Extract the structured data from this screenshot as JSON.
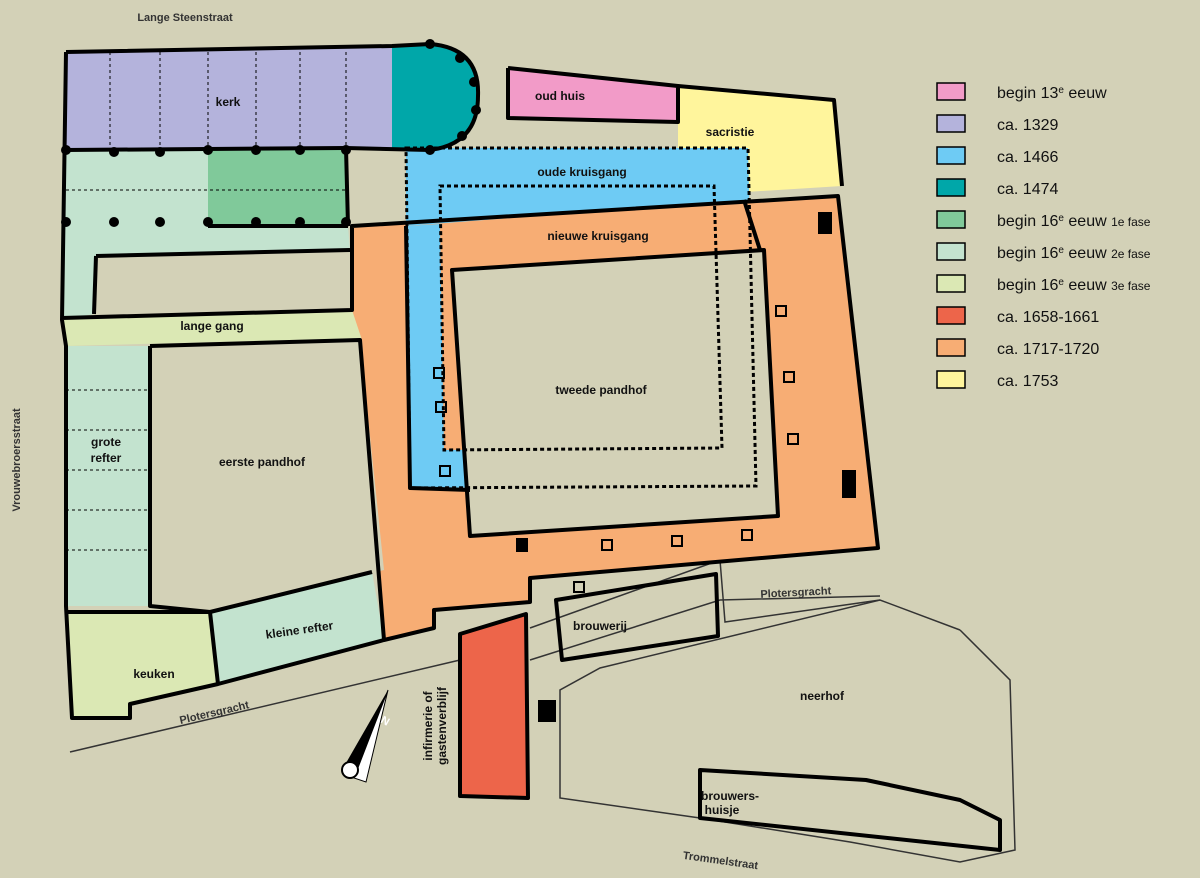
{
  "colors": {
    "background": "#d3d1b7",
    "begin_13e": "#f29bc8",
    "ca_1329": "#b4b3dc",
    "ca_1466": "#6ecbf4",
    "ca_1474": "#00a7a9",
    "begin_16e_1": "#80c99a",
    "begin_16e_2": "#c3e3cf",
    "begin_16e_3": "#dbe8b4",
    "ca_1658": "#ed654a",
    "ca_1717": "#f7ad74",
    "ca_1753": "#fff59c",
    "wall": "#000000"
  },
  "streets": {
    "lange_steenstraat": "Lange Steenstraat",
    "vrouwebroersstraat": "Vrouwebroersstraat",
    "plotersgracht_left": "Plotersgracht",
    "plotersgracht_right": "Plotersgracht",
    "trommelstraat": "Trommelstraat"
  },
  "rooms": {
    "kerk": "kerk",
    "oud_huis": "oud huis",
    "sacristie": "sacristie",
    "oude_kruisgang": "oude kruisgang",
    "nieuwe_kruisgang": "nieuwe kruisgang",
    "lange_gang": "lange gang",
    "tweede_pandhof": "tweede pandhof",
    "eerste_pandhof": "eerste pandhof",
    "grote_refter_1": "grote",
    "grote_refter_2": "refter",
    "kleine_refter": "kleine refter",
    "keuken": "keuken",
    "brouwerij": "brouwerij",
    "neerhof": "neerhof",
    "brouwershuisje_1": "brouwers-",
    "brouwershuisje_2": "huisje",
    "infirmerie_1": "infirmerie of",
    "infirmerie_2": "gastenverblijf"
  },
  "compass": {
    "label": "N"
  },
  "legend": [
    {
      "main": "begin 13",
      "sup": "e",
      "rest": " eeuw",
      "small": "",
      "color": "#f29bc8"
    },
    {
      "main": "ca. 1329",
      "sup": "",
      "rest": "",
      "small": "",
      "color": "#b4b3dc"
    },
    {
      "main": "ca. 1466",
      "sup": "",
      "rest": "",
      "small": "",
      "color": "#6ecbf4"
    },
    {
      "main": "ca. 1474",
      "sup": "",
      "rest": "",
      "small": "",
      "color": "#00a7a9"
    },
    {
      "main": "begin 16",
      "sup": "e",
      "rest": " eeuw ",
      "small": "1e fase",
      "color": "#80c99a"
    },
    {
      "main": "begin 16",
      "sup": "e",
      "rest": " eeuw ",
      "small": "2e fase",
      "color": "#c3e3cf"
    },
    {
      "main": "begin 16",
      "sup": "e",
      "rest": " eeuw ",
      "small": "3e fase",
      "color": "#dbe8b4"
    },
    {
      "main": "ca. 1658-1661",
      "sup": "",
      "rest": "",
      "small": "",
      "color": "#ed654a"
    },
    {
      "main": "ca. 1717-1720",
      "sup": "",
      "rest": "",
      "small": "",
      "color": "#f7ad74"
    },
    {
      "main": "ca. 1753",
      "sup": "",
      "rest": "",
      "small": "",
      "color": "#fff59c"
    }
  ]
}
